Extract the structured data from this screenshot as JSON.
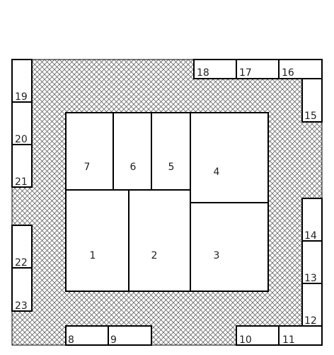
{
  "floor_plan": {
    "colors": {
      "hatch": "#666666",
      "outline": "#000000",
      "room_fill": "#ffffff",
      "text": "#222222"
    },
    "perimeter_rooms": [
      {
        "id": "8",
        "label": "8"
      },
      {
        "id": "9",
        "label": "9"
      },
      {
        "id": "10",
        "label": "10"
      },
      {
        "id": "11",
        "label": "11"
      },
      {
        "id": "12",
        "label": "12"
      },
      {
        "id": "13",
        "label": "13"
      },
      {
        "id": "14",
        "label": "14"
      },
      {
        "id": "15",
        "label": "15"
      },
      {
        "id": "16",
        "label": "16"
      },
      {
        "id": "17",
        "label": "17"
      },
      {
        "id": "18",
        "label": "18"
      },
      {
        "id": "19",
        "label": "19"
      },
      {
        "id": "20",
        "label": "20"
      },
      {
        "id": "21",
        "label": "21"
      },
      {
        "id": "22",
        "label": "22"
      },
      {
        "id": "23",
        "label": "23"
      }
    ],
    "core_rooms": [
      {
        "id": "1",
        "label": "1"
      },
      {
        "id": "2",
        "label": "2"
      },
      {
        "id": "3",
        "label": "3"
      },
      {
        "id": "4",
        "label": "4"
      },
      {
        "id": "5",
        "label": "5"
      },
      {
        "id": "6",
        "label": "6"
      },
      {
        "id": "7",
        "label": "7"
      }
    ]
  }
}
